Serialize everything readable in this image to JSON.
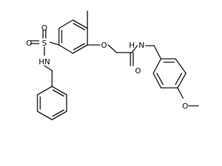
{
  "atoms": {
    "sulfur": "S",
    "sulfonyl_oxygen_1": "O",
    "sulfonyl_oxygen_2": "O",
    "sulfonamide_nitrogen": "HN",
    "ether_oxygen": "O",
    "amide_nitrogen": "N",
    "amide_hydrogen": "H",
    "carbonyl_oxygen": "O",
    "methoxy_oxygen": "O"
  }
}
